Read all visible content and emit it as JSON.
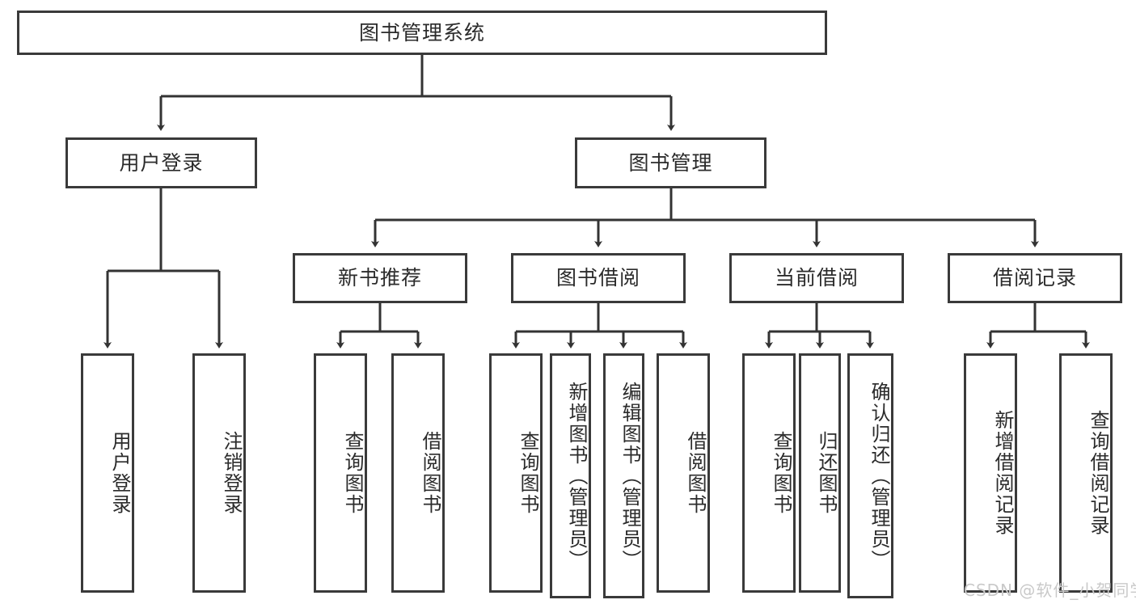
{
  "diagram": {
    "type": "tree",
    "title": "图书管理系统",
    "orientation": "top-down",
    "colors": {
      "box_border": "#3a3a3a",
      "box_fill": "#ffffff",
      "link": "#333333",
      "text": "#2b2b2b",
      "watermark": "#c9c9c9",
      "background": "#ffffff"
    },
    "nodes": {
      "root": {
        "label": "图书管理系统"
      },
      "level2": [
        {
          "id": "user_login",
          "label": "用户登录"
        },
        {
          "id": "book_manage",
          "label": "图书管理"
        }
      ],
      "level3": [
        {
          "id": "new_book",
          "label": "新书推荐"
        },
        {
          "id": "book_borrow",
          "label": "图书借阅"
        },
        {
          "id": "current_borrow",
          "label": "当前借阅"
        },
        {
          "id": "borrow_record",
          "label": "借阅记录"
        }
      ],
      "leaves": [
        {
          "id": "leaf1",
          "label": "用户登录",
          "parent": "user_login"
        },
        {
          "id": "leaf2",
          "label": "注销登录",
          "parent": "user_login"
        },
        {
          "id": "leaf3",
          "label": "查询图书",
          "parent": "new_book"
        },
        {
          "id": "leaf4",
          "label": "借阅图书",
          "parent": "new_book"
        },
        {
          "id": "leaf5",
          "label": "查询图书",
          "parent": "book_borrow"
        },
        {
          "id": "leaf6",
          "label": "新增图书（管理员）",
          "parent": "book_borrow"
        },
        {
          "id": "leaf7",
          "label": "编辑图书（管理员）",
          "parent": "book_borrow"
        },
        {
          "id": "leaf8",
          "label": "借阅图书",
          "parent": "book_borrow"
        },
        {
          "id": "leaf9",
          "label": "查询图书",
          "parent": "current_borrow"
        },
        {
          "id": "leaf10",
          "label": "归还图书",
          "parent": "current_borrow"
        },
        {
          "id": "leaf11",
          "label": "确认归还（管理员）",
          "parent": "current_borrow"
        },
        {
          "id": "leaf12",
          "label": "新增借阅记录",
          "parent": "borrow_record"
        },
        {
          "id": "leaf13",
          "label": "查询借阅记录",
          "parent": "borrow_record"
        }
      ]
    },
    "watermark": "CSDN @软件_小贺同学"
  }
}
